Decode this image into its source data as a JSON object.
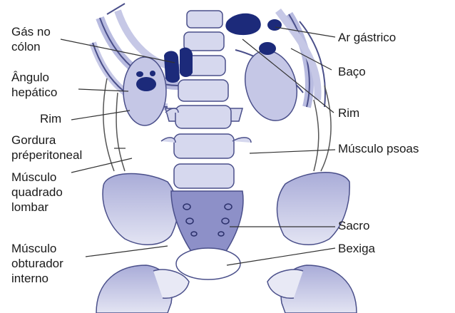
{
  "colors": {
    "bone": "#c9cbe6",
    "bone_dark": "#9a9dcd",
    "bone_outline": "#4a4f8a",
    "gas": "#1c2a7a",
    "background": "#ffffff",
    "leader": "#333333"
  },
  "labels_left": {
    "gas_colon_1": "Gás no",
    "gas_colon_2": "cólon",
    "hepatic_angle_1": "Ângulo",
    "hepatic_angle_2": "hepático",
    "kidney_left": "Rim",
    "fat_1": "Gordura",
    "fat_2": "préperitoneal",
    "quadratus_1": "Músculo",
    "quadratus_2": "quadrado",
    "quadratus_3": "lombar",
    "obturator_1": "Músculo",
    "obturator_2": "obturador",
    "obturator_3": "interno"
  },
  "labels_right": {
    "gastric_air": "Ar gástrico",
    "spleen": "Baço",
    "kidney_right": "Rim",
    "psoas": "Músculo psoas",
    "sacrum": "Sacro",
    "bladder": "Bexiga"
  }
}
